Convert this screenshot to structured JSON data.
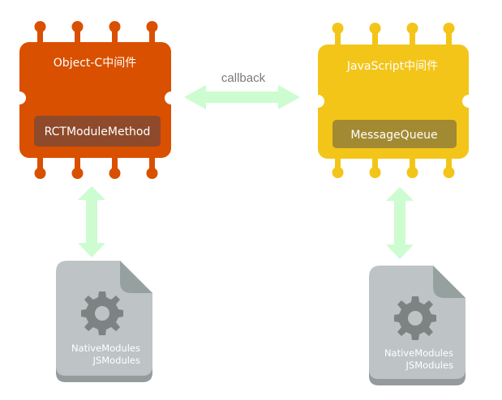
{
  "diagram": {
    "callback_label": "callback",
    "colors": {
      "objc_chip": "#d95000",
      "objc_inner": "#8e4a2a",
      "js_chip": "#f3c519",
      "js_inner": "#a28a32",
      "arrow": "#ccfcd0",
      "file_body": "#bec3c5",
      "file_fold": "#96a19f",
      "file_shadow": "#939c9b",
      "gear": "#7b8483",
      "callback_text": "#7a7a7a"
    },
    "objc_chip": {
      "title": "Object-C中间件",
      "inner_label": "RCTModuleMethod"
    },
    "js_chip": {
      "title": "JavaScript中间件",
      "inner_label": "MessageQueue"
    },
    "left_file": {
      "icon": "gear-icon",
      "line1": "NativeModules",
      "line2": "JSModules"
    },
    "right_file": {
      "icon": "gear-icon",
      "line1": "NativeModules",
      "line2": "JSModules"
    }
  }
}
